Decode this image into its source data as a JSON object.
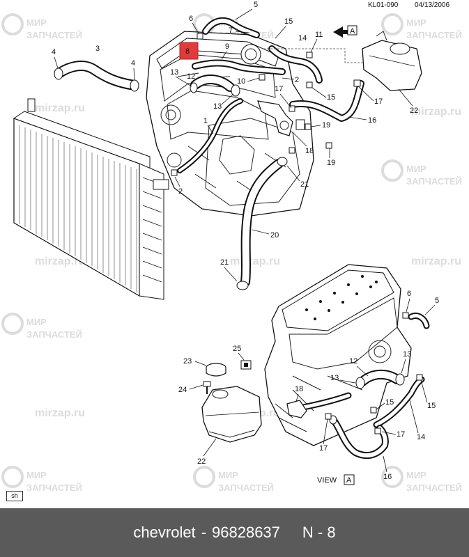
{
  "header": {
    "code": "KL01-090",
    "date": "04/13/2006"
  },
  "view_marker": {
    "arrow_label": "A",
    "view_text": "VIEW",
    "view_box": "A"
  },
  "highlight": {
    "color": "#e23b3b",
    "label": "8"
  },
  "watermark": {
    "logo_top": "МИР",
    "logo_bottom": "ЗАПЧАСТЕЙ",
    "site": "mirzap.ru",
    "color": "#dcdcdc"
  },
  "callouts": {
    "c1": "1",
    "c2a": "2",
    "c2b": "2",
    "c3": "3",
    "c4a": "4",
    "c4b": "4",
    "c5a": "5",
    "c5b": "5",
    "c6a": "6",
    "c6b": "6",
    "c7": "7",
    "c9": "9",
    "c10": "10",
    "c11": "11",
    "c12a": "12",
    "c12b": "12",
    "c13a": "13",
    "c13b": "13",
    "c13c": "13",
    "c13d": "13",
    "c14a": "14",
    "c14b": "14",
    "c15a": "15",
    "c15b": "15",
    "c15c": "15",
    "c15d": "15",
    "c16a": "16",
    "c16b": "16",
    "c17a": "17",
    "c17b": "17",
    "c17c": "17",
    "c17d": "17",
    "c18a": "18",
    "c18b": "18",
    "c19a": "19",
    "c19b": "19",
    "c20": "20",
    "c21a": "21",
    "c21b": "21",
    "c22a": "22",
    "c22b": "22",
    "c23": "23",
    "c24": "24",
    "c25": "25"
  },
  "corner_tag": "sh",
  "footer": {
    "brand": "chevrolet",
    "separator": "-",
    "part_number": "96828637",
    "position": "N - 8",
    "background": "#5a5a5a"
  }
}
